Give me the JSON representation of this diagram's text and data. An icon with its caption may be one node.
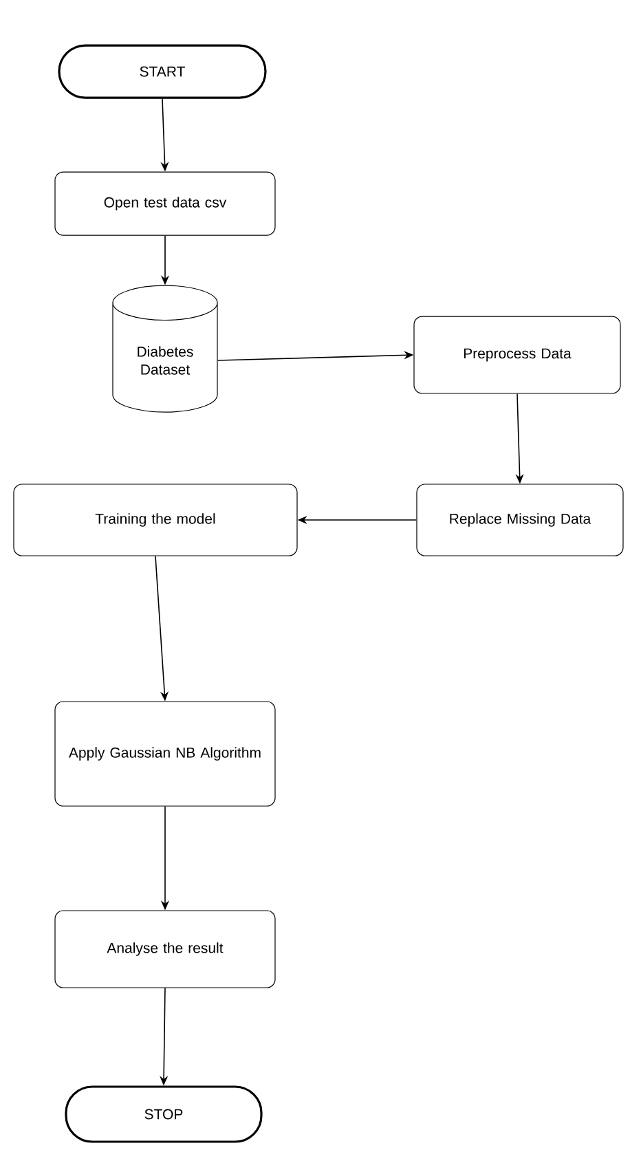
{
  "diagram": {
    "nodes": [
      {
        "text": [
          "START"
        ]
      },
      {
        "text": [
          "Open test data csv"
        ]
      },
      {
        "text": [
          "Diabetes Dataset"
        ]
      },
      {
        "text": [
          "Preprocess Data"
        ]
      },
      {
        "text": [
          "Replace Missing Data"
        ]
      },
      {
        "text": [
          "Training the model"
        ]
      },
      {
        "text": [
          "Apply Gaussian NB Algorithm"
        ]
      },
      {
        "text": [
          "Analyse the result"
        ]
      },
      {
        "text": [
          "STOP"
        ]
      }
    ],
    "edges": [
      {
        "from": 0,
        "to": 1,
        "arrow": "to"
      },
      {
        "from": 1,
        "to": 2,
        "arrow": "to"
      },
      {
        "from": 2,
        "to": 3,
        "arrow": "to"
      },
      {
        "from": 3,
        "to": 4,
        "arrow": "to"
      },
      {
        "from": 4,
        "to": 5,
        "arrow": "to"
      },
      {
        "from": 5,
        "to": 6,
        "arrow": "to"
      },
      {
        "from": 6,
        "to": 7,
        "arrow": "to"
      },
      {
        "from": 7,
        "to": 8,
        "arrow": "to"
      }
    ]
  }
}
